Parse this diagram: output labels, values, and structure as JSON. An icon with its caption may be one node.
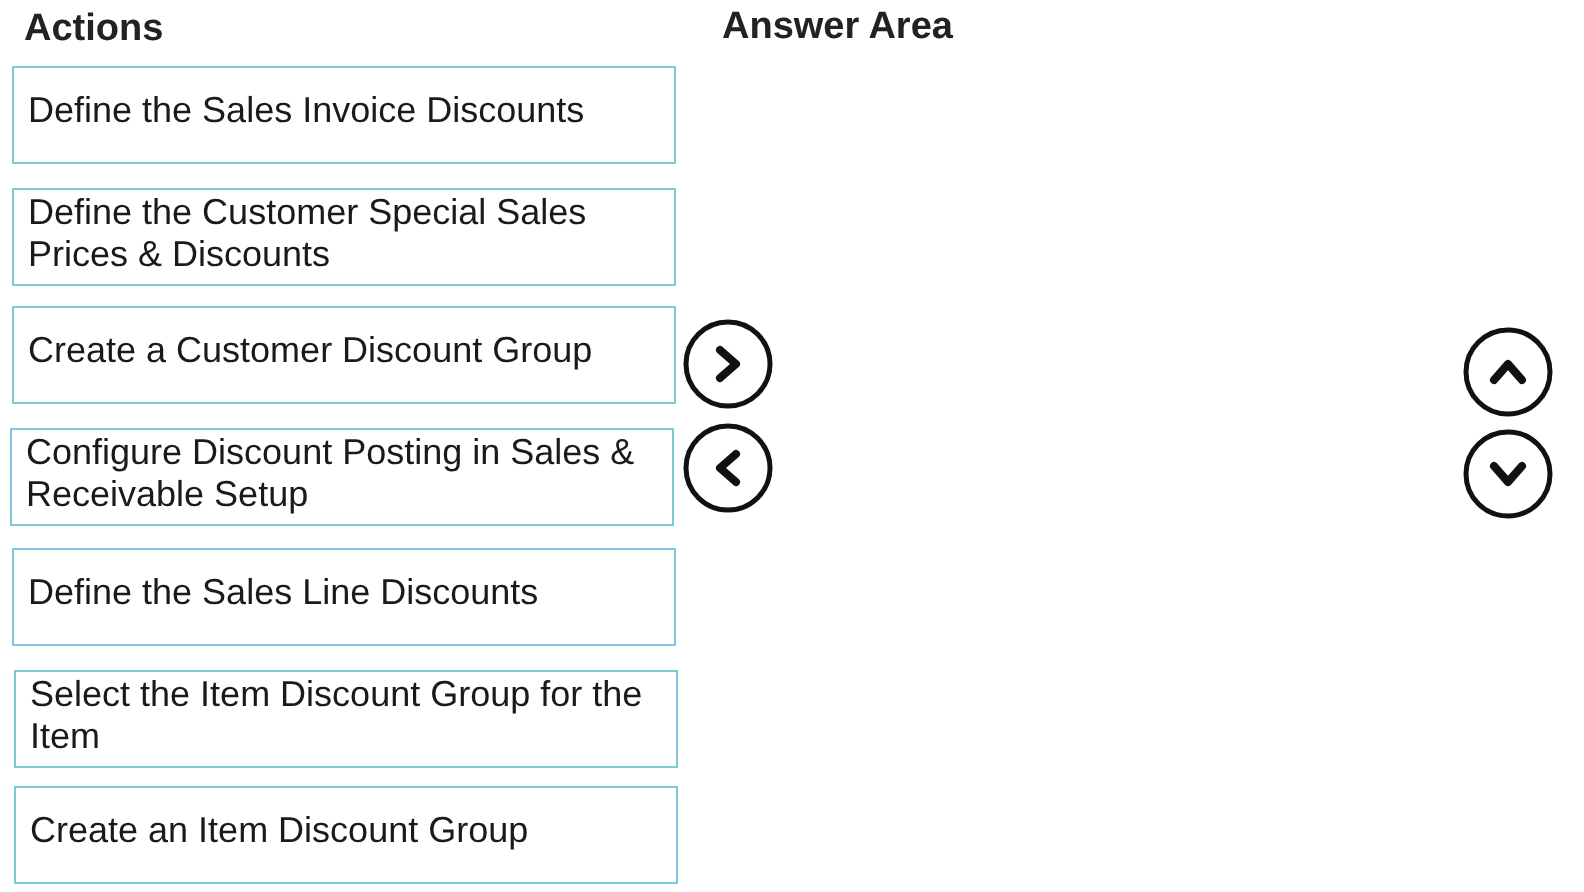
{
  "diagram": {
    "nodes": [
      {
        "text": [
          "Define the Sales Invoice Discounts"
        ]
      },
      {
        "text": [
          "Define the Customer Special Sales Prices & Discounts"
        ]
      },
      {
        "text": [
          "Create a Customer Discount Group"
        ]
      },
      {
        "text": [
          "Configure Discount Posting in Sales & Receivable Setup"
        ]
      },
      {
        "text": [
          "Define the Sales Line Discounts"
        ]
      },
      {
        "text": [
          "Select the Item Discount Group for the Item"
        ]
      },
      {
        "text": [
          "Create an Item Discount Group"
        ]
      }
    ],
    "labels": [
      "Actions",
      "Answer Area"
    ]
  }
}
